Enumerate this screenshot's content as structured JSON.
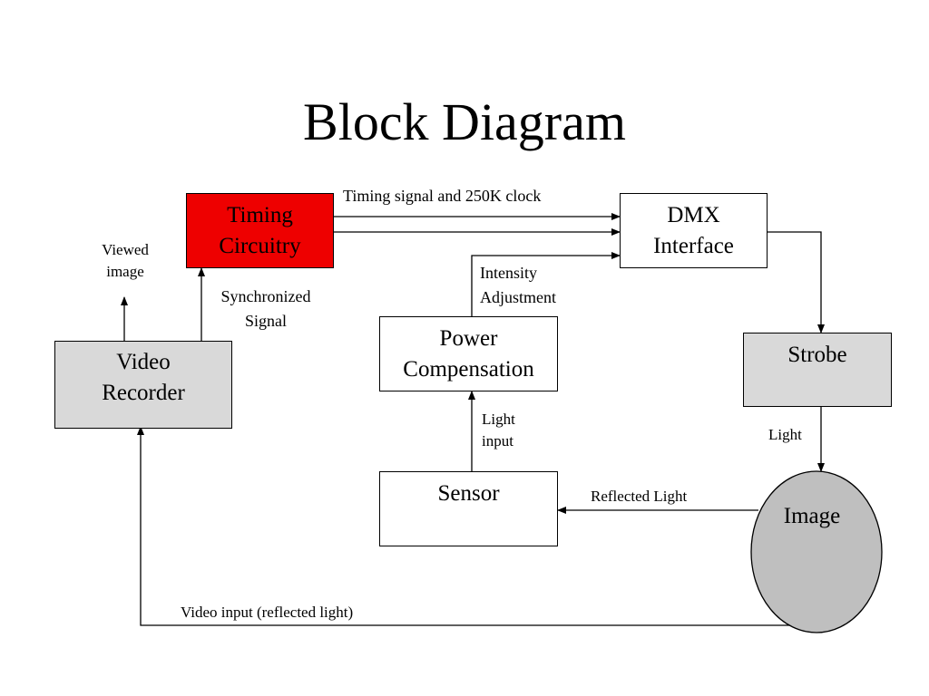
{
  "title": "Block Diagram",
  "colors": {
    "timing_fill": "#ee0000",
    "grey_fill": "#d9d9d9",
    "image_fill": "#bfbfbf",
    "line": "#000000"
  },
  "blocks": {
    "timing": "Timing Circuitry",
    "dmx": "DMX Interface",
    "power": "Power Compensation",
    "strobe": "Strobe",
    "video": "Video Recorder",
    "sensor": "Sensor",
    "image": "Image"
  },
  "labels": {
    "timing_signal": "Timing signal and 250K clock",
    "intensity": "Intensity Adjustment",
    "synchronized": "Synchronized Signal",
    "viewed_image": "Viewed image",
    "light_input": "Light input",
    "light": "Light",
    "reflected": "Reflected Light",
    "video_input": "Video input (reflected light)"
  }
}
